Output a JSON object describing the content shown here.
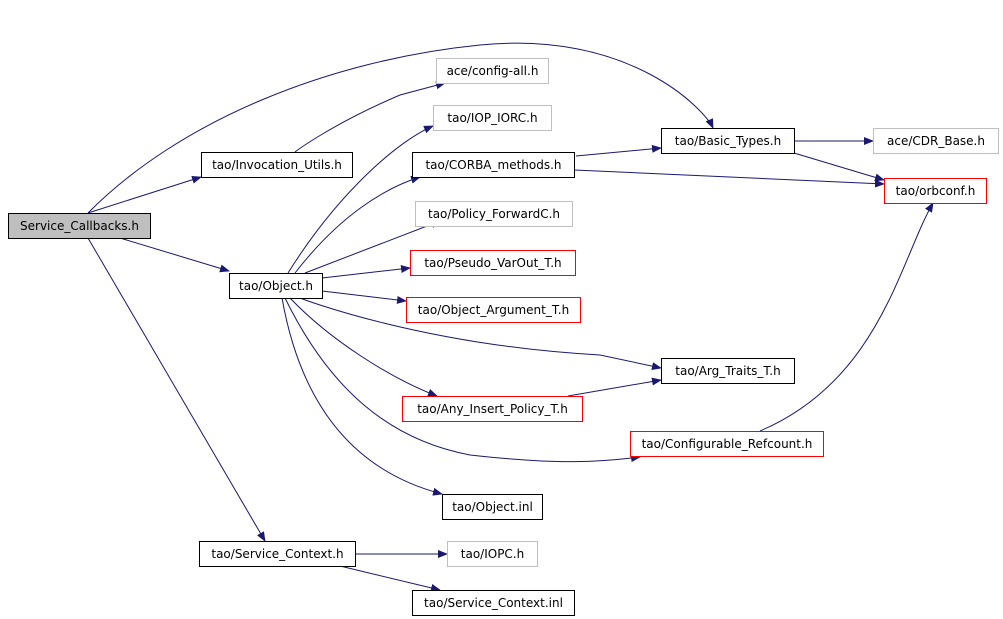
{
  "colors": {
    "edge": "#191970",
    "border_default": "#000000",
    "border_external": "#bfbfbf",
    "border_undocumented": "#ff0000",
    "root_fill": "#bfbfbf",
    "fill": "#ffffff"
  },
  "nodes": [
    {
      "id": "service_callbacks",
      "label": "Service_Callbacks.h",
      "kind": "root"
    },
    {
      "id": "config_all",
      "label": "ace/config-all.h",
      "kind": "external"
    },
    {
      "id": "invocation_utils",
      "label": "tao/Invocation_Utils.h",
      "kind": "default"
    },
    {
      "id": "iop_iorc",
      "label": "tao/IOP_IORC.h",
      "kind": "external"
    },
    {
      "id": "corba_methods",
      "label": "tao/CORBA_methods.h",
      "kind": "default"
    },
    {
      "id": "basic_types",
      "label": "tao/Basic_Types.h",
      "kind": "default"
    },
    {
      "id": "cdr_base",
      "label": "ace/CDR_Base.h",
      "kind": "external"
    },
    {
      "id": "orbconf",
      "label": "tao/orbconf.h",
      "kind": "undocumented"
    },
    {
      "id": "policy_forwardc",
      "label": "tao/Policy_ForwardC.h",
      "kind": "external"
    },
    {
      "id": "object_h",
      "label": "tao/Object.h",
      "kind": "default"
    },
    {
      "id": "pseudo_varout",
      "label": "tao/Pseudo_VarOut_T.h",
      "kind": "undocumented"
    },
    {
      "id": "object_argument",
      "label": "tao/Object_Argument_T.h",
      "kind": "undocumented"
    },
    {
      "id": "arg_traits",
      "label": "tao/Arg_Traits_T.h",
      "kind": "default"
    },
    {
      "id": "any_insert_policy",
      "label": "tao/Any_Insert_Policy_T.h",
      "kind": "undocumented"
    },
    {
      "id": "configurable_refcount",
      "label": "tao/Configurable_Refcount.h",
      "kind": "undocumented"
    },
    {
      "id": "object_inl",
      "label": "tao/Object.inl",
      "kind": "default"
    },
    {
      "id": "service_context",
      "label": "tao/Service_Context.h",
      "kind": "default"
    },
    {
      "id": "iopc",
      "label": "tao/IOPC.h",
      "kind": "external"
    },
    {
      "id": "service_context_inl",
      "label": "tao/Service_Context.inl",
      "kind": "default"
    }
  ],
  "edges": [
    {
      "from": "service_callbacks",
      "to": "invocation_utils"
    },
    {
      "from": "service_callbacks",
      "to": "basic_types"
    },
    {
      "from": "service_callbacks",
      "to": "object_h"
    },
    {
      "from": "service_callbacks",
      "to": "service_context"
    },
    {
      "from": "invocation_utils",
      "to": "config_all"
    },
    {
      "from": "corba_methods",
      "to": "basic_types"
    },
    {
      "from": "corba_methods",
      "to": "orbconf"
    },
    {
      "from": "basic_types",
      "to": "cdr_base"
    },
    {
      "from": "basic_types",
      "to": "orbconf"
    },
    {
      "from": "object_h",
      "to": "iop_iorc"
    },
    {
      "from": "object_h",
      "to": "corba_methods"
    },
    {
      "from": "object_h",
      "to": "policy_forwardc"
    },
    {
      "from": "object_h",
      "to": "pseudo_varout"
    },
    {
      "from": "object_h",
      "to": "object_argument"
    },
    {
      "from": "object_h",
      "to": "arg_traits"
    },
    {
      "from": "object_h",
      "to": "any_insert_policy"
    },
    {
      "from": "object_h",
      "to": "configurable_refcount"
    },
    {
      "from": "object_h",
      "to": "object_inl"
    },
    {
      "from": "any_insert_policy",
      "to": "arg_traits"
    },
    {
      "from": "configurable_refcount",
      "to": "orbconf"
    },
    {
      "from": "service_context",
      "to": "iopc"
    },
    {
      "from": "service_context",
      "to": "service_context_inl"
    }
  ]
}
